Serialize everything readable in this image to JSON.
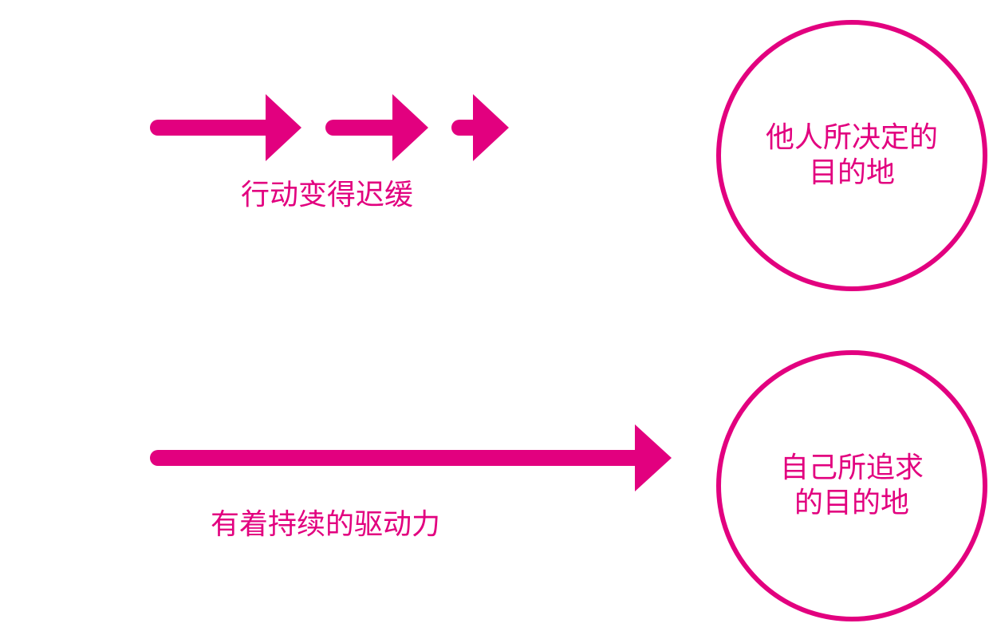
{
  "colors": {
    "accent": "#e2007f",
    "background": "#ffffff"
  },
  "top_row": {
    "caption": "行动变得迟缓",
    "target": {
      "line1": "他人所决定的",
      "line2": "目的地"
    }
  },
  "bottom_row": {
    "caption": "有着持续的驱动力",
    "target": {
      "line1": "自己所追求",
      "line2": "的目的地"
    }
  }
}
